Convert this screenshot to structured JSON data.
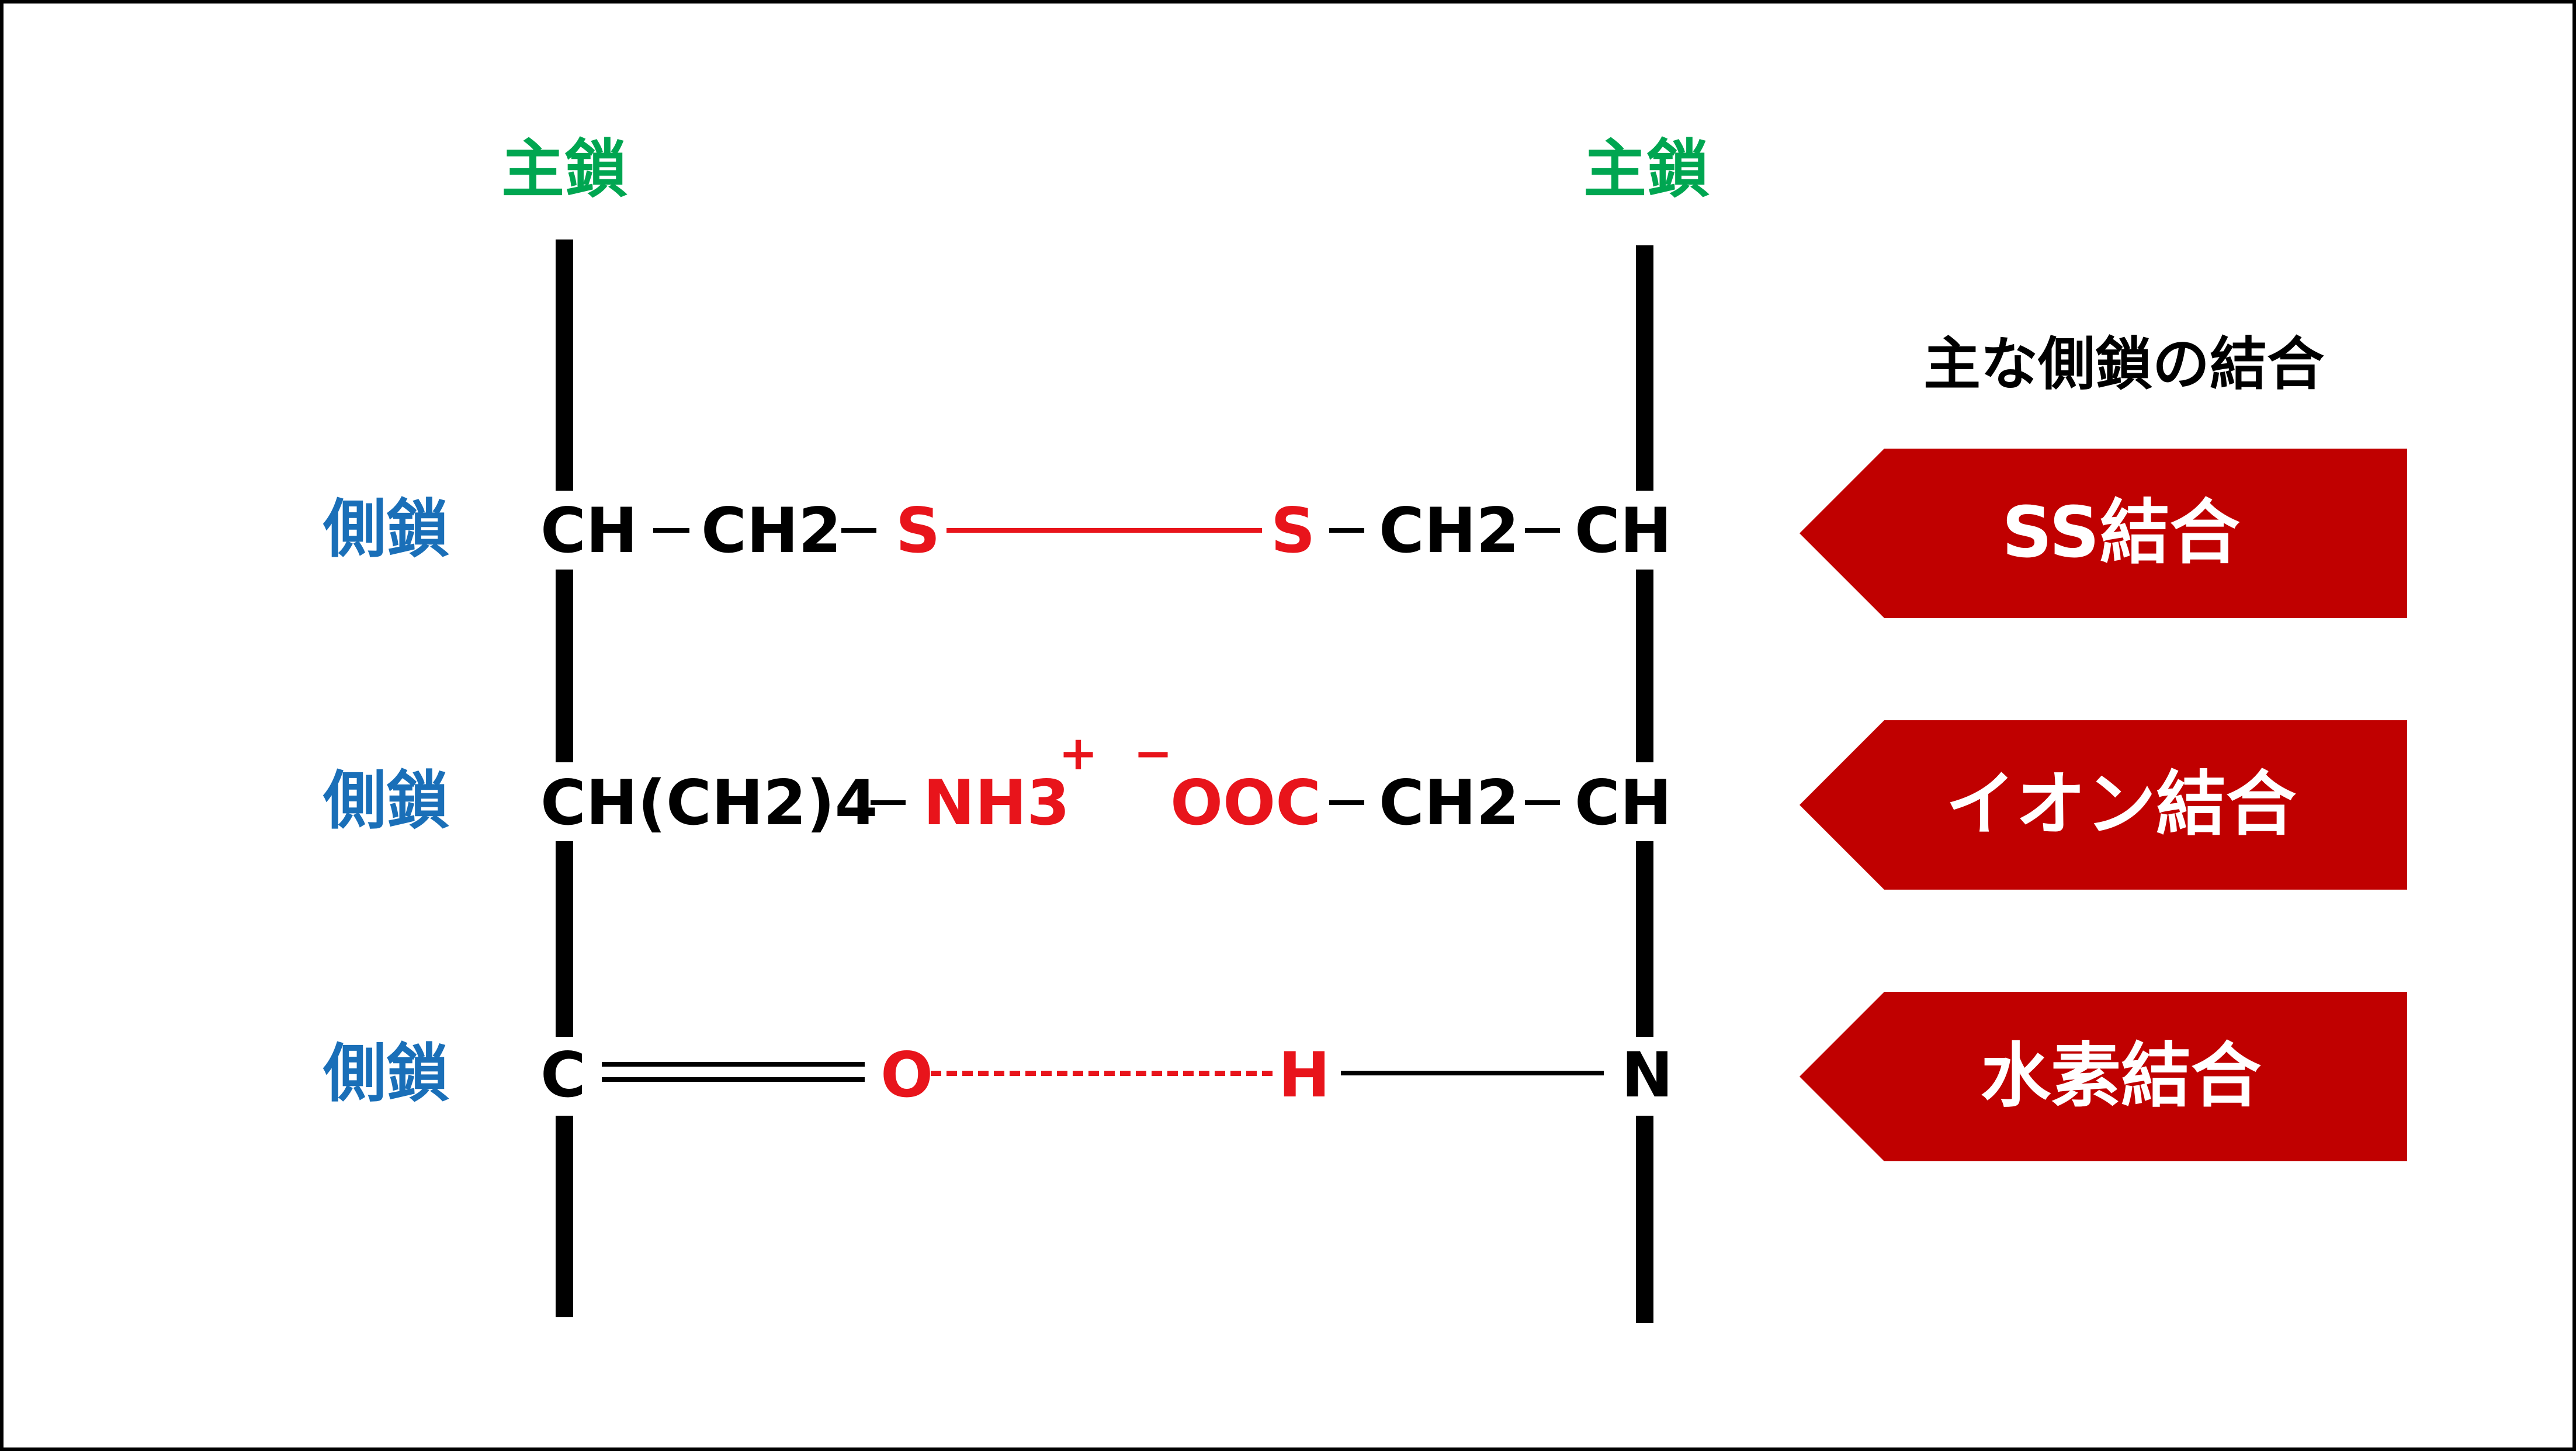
{
  "main_chain": {
    "left_label": "主鎖",
    "right_label": "主鎖"
  },
  "side_chain_labels": [
    "側鎖",
    "側鎖",
    "側鎖"
  ],
  "row1": {
    "left_ch": "CH",
    "ch2_left": "CH2",
    "s_left": "S",
    "s_right": "S",
    "ch2_right": "CH2",
    "right_ch": "CH"
  },
  "row2": {
    "left_group": "CH(CH2)4",
    "nh3": "NH3",
    "plus": "+",
    "minus": "−",
    "ooc": "OOC",
    "ch2_right": "CH2",
    "right_ch": "CH"
  },
  "row3": {
    "c": "C",
    "o": "O",
    "h": "H",
    "n": "N"
  },
  "legend": {
    "title": "主な側鎖の結合",
    "items": [
      "SS結合",
      "イオン結合",
      "水素結合"
    ]
  },
  "colors": {
    "main_chain": "#00a651",
    "side_chain": "#1a6fb8",
    "bond_highlight": "#e8141b",
    "arrow_fill": "#c00000"
  }
}
